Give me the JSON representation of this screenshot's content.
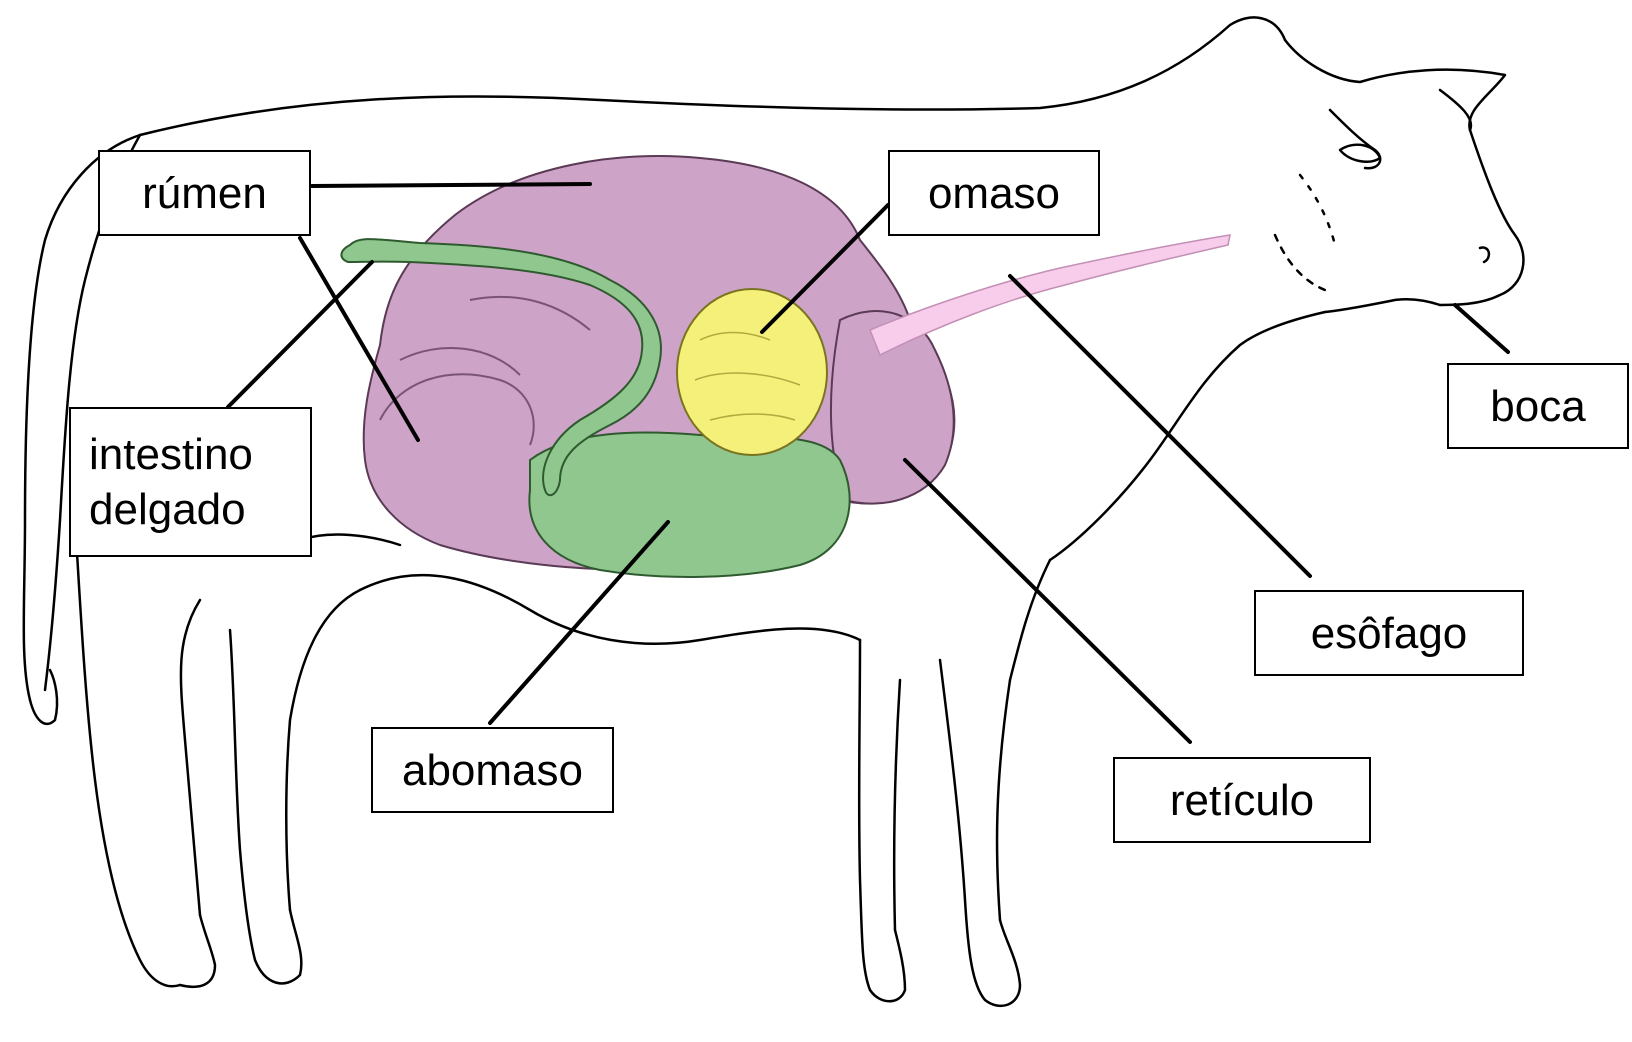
{
  "labels": {
    "rumen": "rúmen",
    "omaso": "omaso",
    "intestino": "intestino\ndelgado",
    "boca": "boca",
    "esofago": "esôfago",
    "abomaso": "abomaso",
    "reticulo": "retículo"
  },
  "colors": {
    "rumen_reticulo": "#cda3c7",
    "intestine_abomaso": "#8fc78f",
    "omaso": "#f5f07a",
    "esofago": "#f7cdeb",
    "outline": "#000000"
  }
}
